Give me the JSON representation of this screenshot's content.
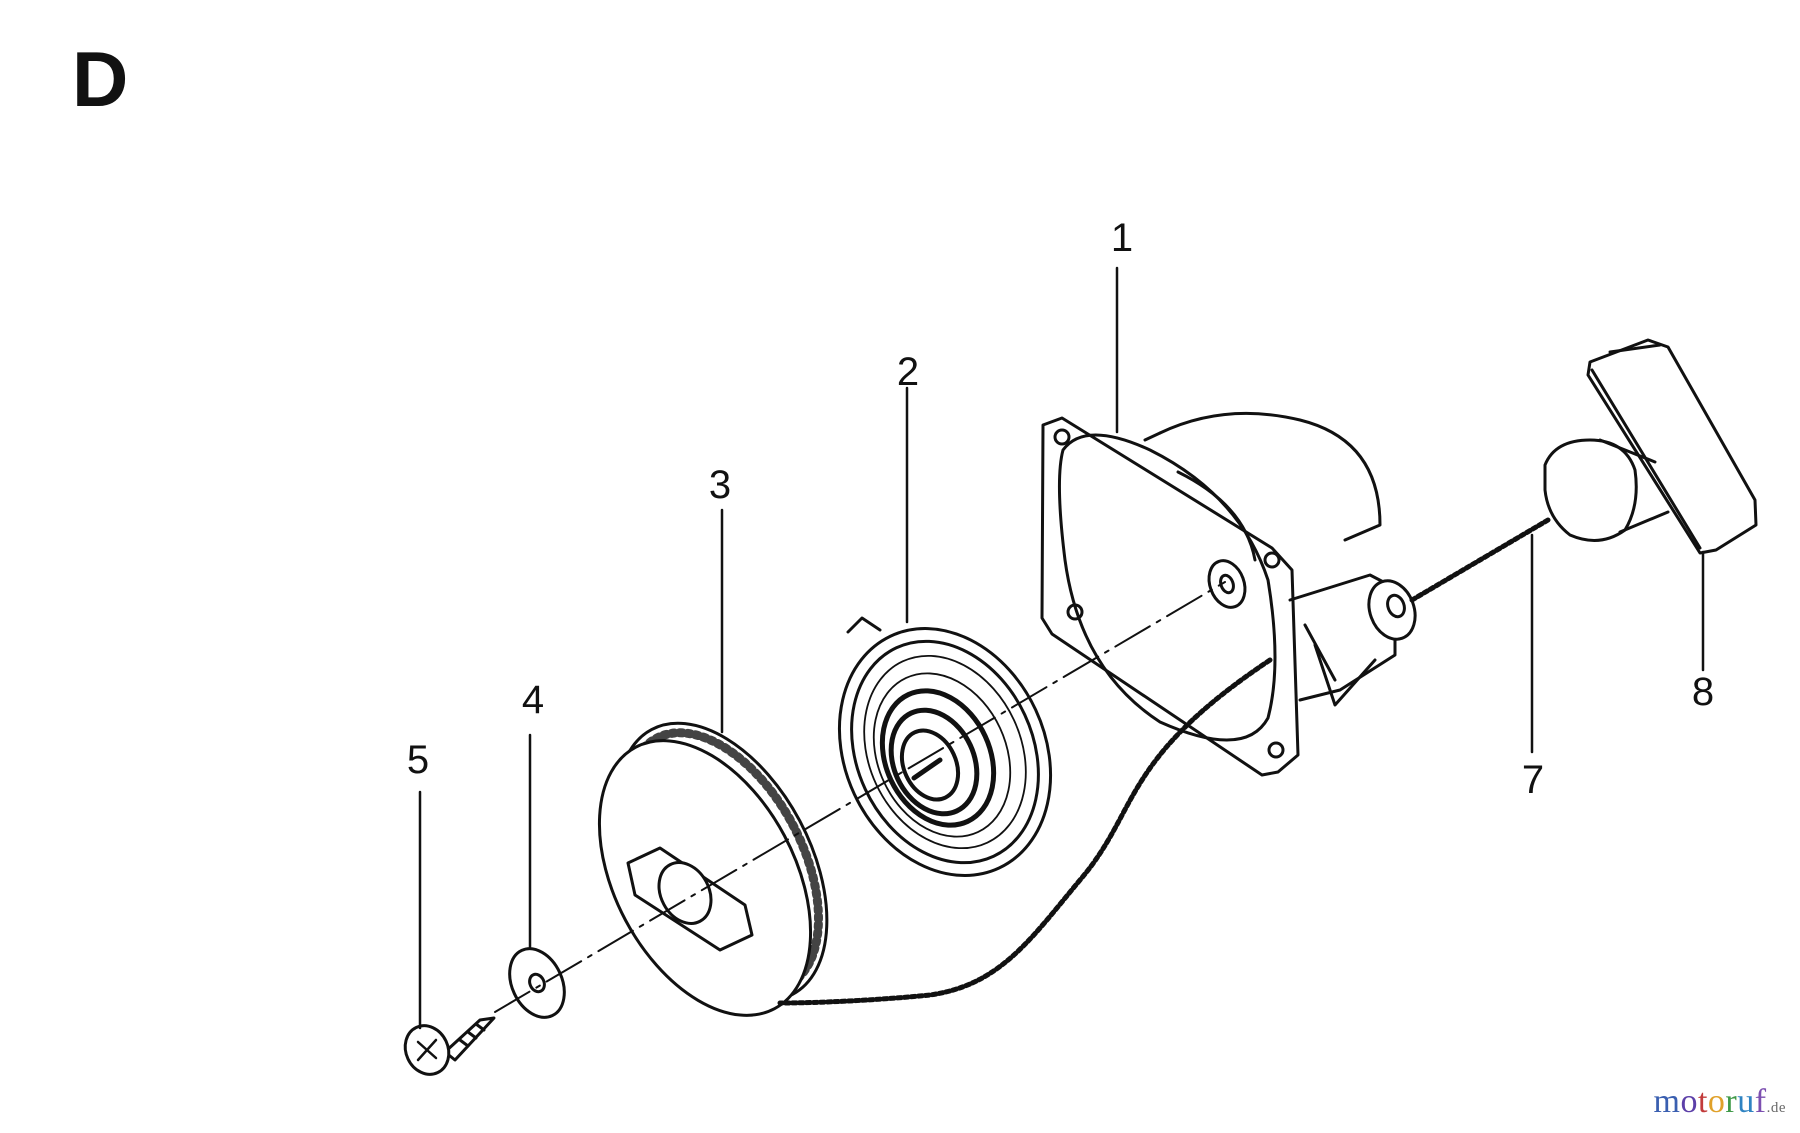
{
  "section_letter": "D",
  "callouts": {
    "part_1": "1",
    "part_2": "2",
    "part_3": "3",
    "part_4": "4",
    "part_5": "5",
    "part_7": "7",
    "part_8": "8"
  },
  "watermark": {
    "letters": [
      {
        "char": "m",
        "color": "#3a5fb0"
      },
      {
        "char": "o",
        "color": "#5c3fa8"
      },
      {
        "char": "t",
        "color": "#c23b3b"
      },
      {
        "char": "o",
        "color": "#e0a12a"
      },
      {
        "char": "r",
        "color": "#3f9a48"
      },
      {
        "char": "u",
        "color": "#2f83c2"
      },
      {
        "char": "f",
        "color": "#7c4fb0"
      }
    ],
    "tld": ".de"
  },
  "line_color": "#111111"
}
